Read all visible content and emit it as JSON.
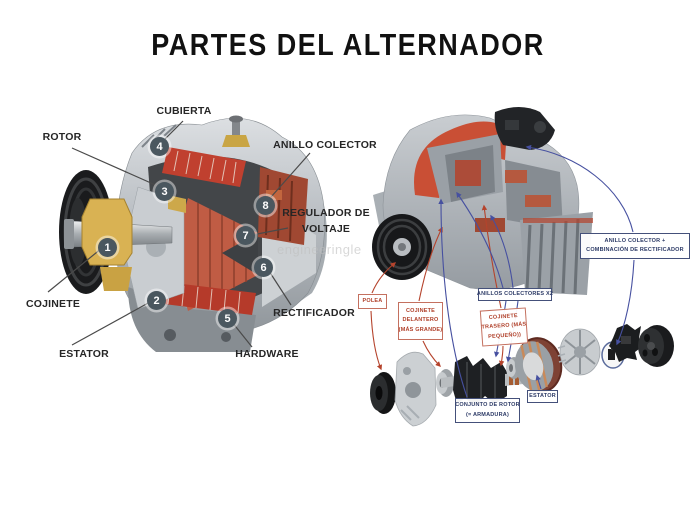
{
  "title": "PARTES DEL ALTERNADOR",
  "watermark": "engineeringle",
  "left": {
    "labels": {
      "cubierta": "CUBIERTA",
      "rotor": "ROTOR",
      "anillo_colector": "ANILLO COLECTOR",
      "regulador_line1": "REGULADOR DE",
      "regulador_line2": "VOLTAJE",
      "cojinete": "COJINETE",
      "estator": "ESTATOR",
      "rectificador": "RECTIFICADOR",
      "hardware": "HARDWARE"
    },
    "numbers": {
      "n1": "1",
      "n2": "2",
      "n3": "3",
      "n4": "4",
      "n5": "5",
      "n6": "6",
      "n7": "7",
      "n8": "8"
    }
  },
  "right": {
    "boxes": {
      "polea": {
        "line1": "POLEA"
      },
      "cojinete_delantero": {
        "line1": "COJINETE",
        "line2": "DELANTERO",
        "line3": "(MÁS GRANDE)"
      },
      "anillos_colectores": {
        "line1": "ANILLOS COLECTORES X2"
      },
      "cojinete_trasero": {
        "line1": "COJINETE",
        "line2": "TRASERO (MÁS",
        "line3": "PEQUEÑO))"
      },
      "estator": {
        "line1": "ESTATOR"
      },
      "conjunto_rotor": {
        "line1": "CONJUNTO DE ROTOR",
        "line2": "(= ARMADURA)"
      },
      "anillo_rectificador": {
        "line1": "ANILLO COLECTOR +",
        "line2": "COMBINACIÓN DE RECTIFICADOR"
      }
    }
  },
  "colors": {
    "label_red": "#b0402a",
    "label_navy": "#2c3a66",
    "badge_bg": "#4a575f",
    "arrow_red": "#b5432c",
    "arrow_navy": "#4650a0",
    "cut_edge_red": "#c94f35"
  }
}
